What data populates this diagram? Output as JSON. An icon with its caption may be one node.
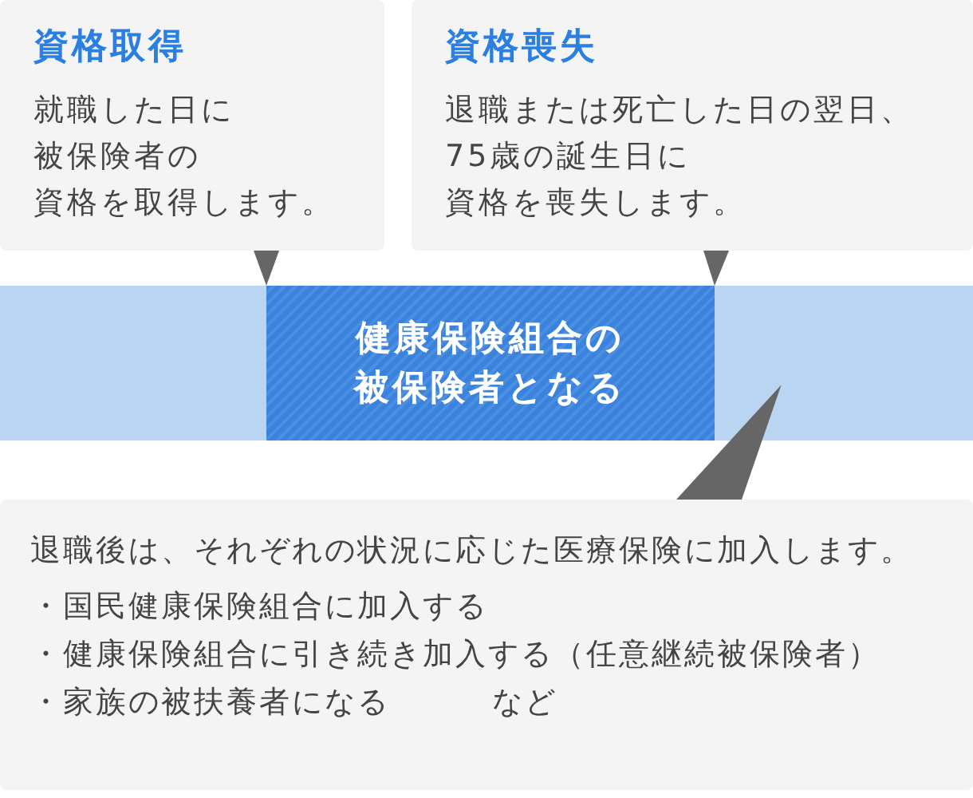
{
  "diagram": {
    "nodes": [
      {
        "text": [
          "資格取得",
          "就職した日に被保険者の資格を取得します。"
        ]
      },
      {
        "text": [
          "資格喪失",
          "退職または死亡した日の翌日、75歳の誕生日に資格を喪失します。"
        ]
      },
      {
        "text": [],
        "shape": "bar"
      },
      {
        "text": [
          "健康保険組合の被保険者となる"
        ],
        "in": 2
      },
      {
        "text": [
          "退職後は、それぞれの状況に応じた医療保険に加入します。",
          "・国民健康保険組合に加入する",
          "・健康保険組合に引き続き加入する（任意継続被保険者）",
          "・家族の被扶養者になる",
          "など"
        ]
      }
    ],
    "edges": [
      {
        "from": 0,
        "to": 3,
        "arrow": "to"
      },
      {
        "from": 1,
        "to": 3,
        "arrow": "to"
      },
      {
        "from": 4,
        "to": 2,
        "arrow": "to"
      }
    ]
  }
}
